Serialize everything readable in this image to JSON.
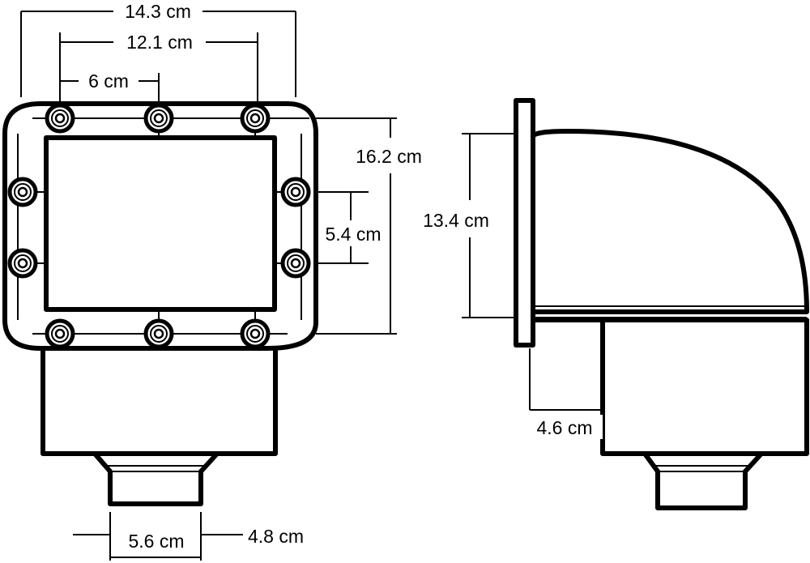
{
  "front_view": {
    "dim_outer_width": "14.3 cm",
    "dim_bolt_spacing_width": "12.1 cm",
    "dim_bolt_pitch": "6 cm",
    "dim_height": "16.2 cm",
    "dim_side_bolt_spacing": "5.4 cm",
    "dim_outlet_inner": "5.6 cm",
    "dim_outlet_outer": "4.8 cm"
  },
  "side_view": {
    "dim_body_height": "13.4 cm",
    "dim_flange_offset": "4.6 cm"
  }
}
